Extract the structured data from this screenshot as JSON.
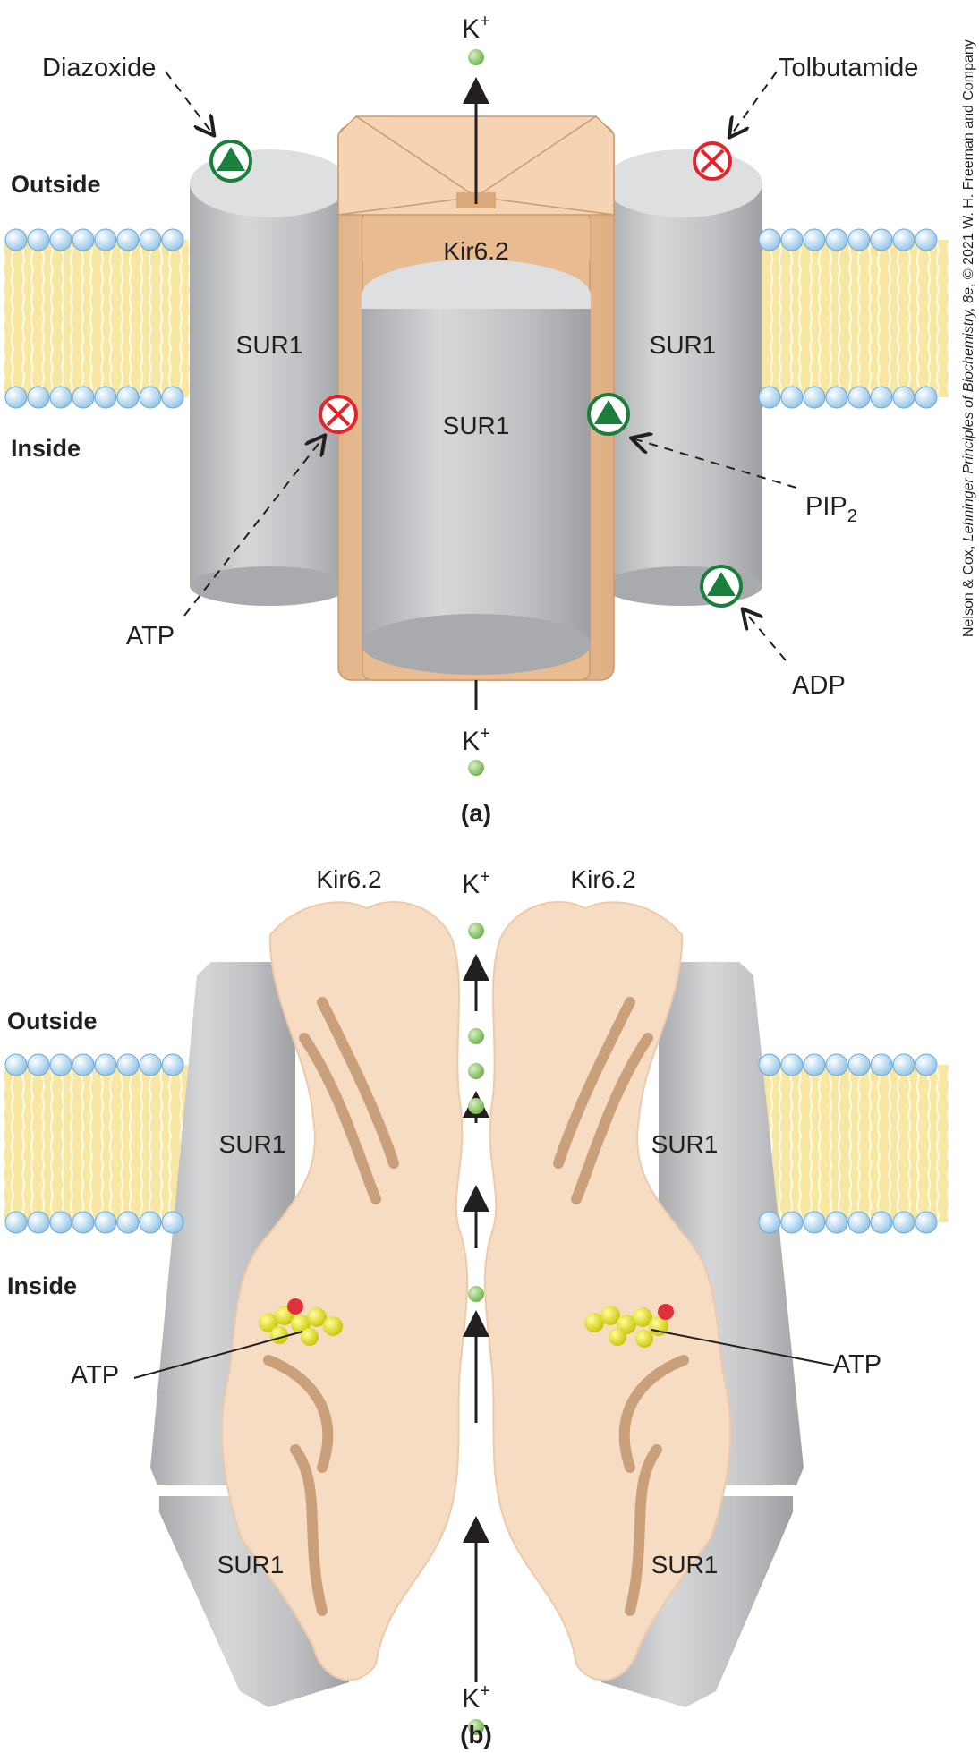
{
  "panel_a": {
    "caption": "(a)",
    "outside_label": "Outside",
    "inside_label": "Inside",
    "k_top": "K",
    "k_bottom": "K",
    "k_superscript": "+",
    "kir_label": "Kir6.2",
    "sur_left": "SUR1",
    "sur_right": "SUR1",
    "sur_front": "SUR1",
    "diazoxide": "Diazoxide",
    "tolbutamide": "Tolbutamide",
    "atp": "ATP",
    "pip2": "PIP",
    "pip2_subscript": "2",
    "adp": "ADP"
  },
  "panel_b": {
    "caption": "(b)",
    "outside_label": "Outside",
    "inside_label": "Inside",
    "kir_left": "Kir6.2",
    "kir_right": "Kir6.2",
    "k_top": "K",
    "k_bottom": "K",
    "k_superscript": "+",
    "sur_upper_left": "SUR1",
    "sur_upper_right": "SUR1",
    "sur_lower_left": "SUR1",
    "sur_lower_right": "SUR1",
    "atp_left": "ATP",
    "atp_right": "ATP"
  },
  "credit": {
    "authors": "Nelson & Cox, ",
    "title": "Lehninger Principles of Biochemistry, 8e",
    "rest": ", © 2021 W. H. Freeman and Company"
  },
  "colors": {
    "activator": "#1a7f3c",
    "inhibitor": "#e3242b",
    "potassium": "#8cc56b",
    "sur_gray": "#c4c5c7",
    "kir_tan": "#f1c9a4",
    "lipid_head": "#a8d4f0",
    "lipid_tail": "#f8e7a3"
  }
}
